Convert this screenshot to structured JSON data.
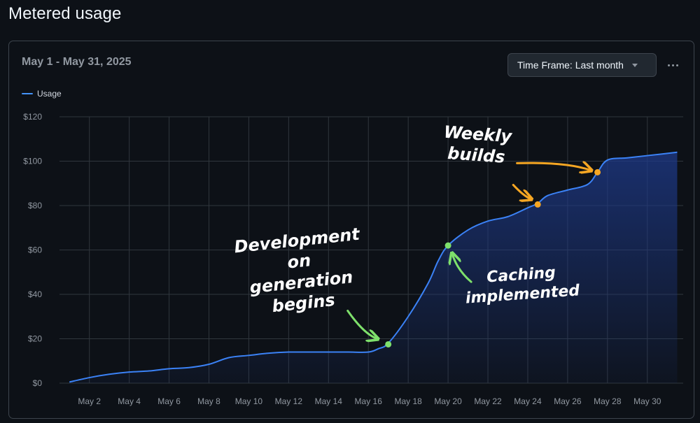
{
  "page": {
    "title": "Metered usage"
  },
  "card": {
    "date_range": "May 1 - May 31, 2025",
    "timeframe_label": "Time Frame: Last month"
  },
  "colors": {
    "background": "#0d1117",
    "series_line": "#3b82f6",
    "area_fill": "#1e3a8a",
    "green_annotation": "#7ee06b",
    "orange_annotation": "#f5a623"
  },
  "icons": {
    "menu": "kebab-horizontal-icon",
    "dropdown": "triangle-down-icon"
  },
  "chart_data": {
    "type": "area",
    "series": [
      {
        "name": "Usage",
        "x": [
          1,
          2,
          3,
          4,
          5,
          6,
          7,
          8,
          9,
          10,
          11,
          12,
          13,
          14,
          15,
          16,
          16.5,
          17,
          18,
          19,
          19.5,
          20,
          21,
          22,
          23,
          24,
          24.5,
          25,
          26,
          27,
          27.5,
          28,
          29,
          30,
          31.5
        ],
        "y": [
          0.5,
          2.5,
          4,
          5,
          5.5,
          6.5,
          7,
          8.5,
          11.5,
          12.5,
          13.5,
          14,
          14,
          14,
          14,
          14,
          15.5,
          18,
          30,
          45,
          55,
          62,
          69,
          73,
          75,
          79,
          81,
          84.5,
          87,
          89.5,
          95,
          100.5,
          101.5,
          102.5,
          104
        ]
      }
    ],
    "x_tick_values": [
      2,
      4,
      6,
      8,
      10,
      12,
      14,
      16,
      18,
      20,
      22,
      24,
      26,
      28,
      30
    ],
    "x_tick_labels": [
      "May 2",
      "May 4",
      "May 6",
      "May 8",
      "May 10",
      "May 12",
      "May 14",
      "May 16",
      "May 18",
      "May 20",
      "May 22",
      "May 24",
      "May 26",
      "May 28",
      "May 30"
    ],
    "y_tick_values": [
      0,
      20,
      40,
      60,
      80,
      100,
      120
    ],
    "y_tick_labels": [
      "$0",
      "$20",
      "$40",
      "$60",
      "$80",
      "$100",
      "$120"
    ],
    "xlim": [
      0.5,
      31.8
    ],
    "ylim": [
      0,
      120
    ],
    "grid": true,
    "legend": "top-left",
    "markers": [
      {
        "x": 17,
        "y": 17.5,
        "color": "green"
      },
      {
        "x": 20,
        "y": 62,
        "color": "green"
      },
      {
        "x": 24.5,
        "y": 80.5,
        "color": "orange"
      },
      {
        "x": 27.5,
        "y": 95,
        "color": "orange"
      }
    ],
    "annotations": [
      {
        "lines": [
          "Development",
          "on",
          "generation",
          "begins"
        ],
        "target_marker": 0,
        "color": "green"
      },
      {
        "lines": [
          "Caching",
          "implemented"
        ],
        "target_marker": 1,
        "color": "green"
      },
      {
        "lines": [
          "Weekly",
          "builds"
        ],
        "target_markers": [
          2,
          3
        ],
        "color": "orange"
      }
    ]
  }
}
